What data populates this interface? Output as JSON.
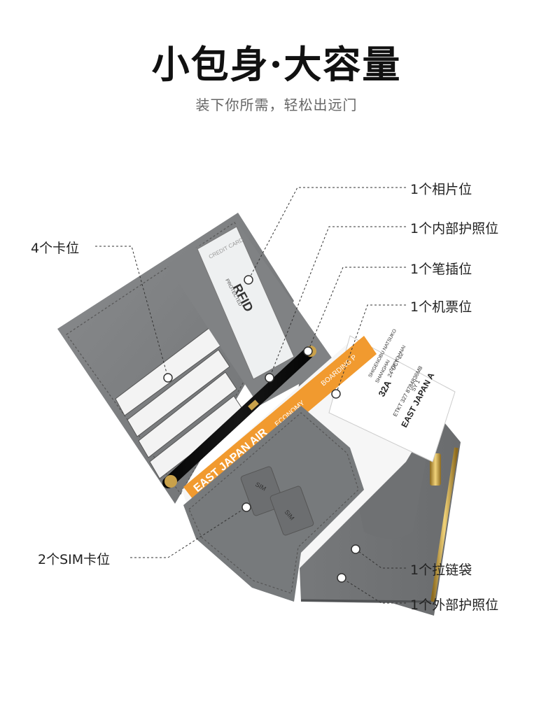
{
  "header": {
    "title": "小包身·大容量",
    "subtitle": "装下你所需，轻松出远门"
  },
  "callouts": {
    "photo_slot": "1个相片位",
    "inner_passport": "1个内部护照位",
    "pen_slot": "1个笔插位",
    "ticket_slot": "1个机票位",
    "card_slots": "4个卡位",
    "sim_slots": "2个SIM卡位",
    "zip_pocket": "1个拉链袋",
    "outer_passport": "1个外部护照位"
  },
  "product_print": {
    "card_window_text": "CREDIT CARD",
    "rfid_text": "RFID",
    "rfid_sub": "PROTECTED",
    "ticket_airline": "EAST JAPAN AIR",
    "ticket_economy": "ECONOMY",
    "ticket_boarding": "BOARDING P",
    "ticket_right_airline": "EAST JAPAN A",
    "ticket_seat": "32A",
    "ticket_date": "24 OCT 22",
    "ticket_flight": "SY 1",
    "ticket_etkt": "ETKT 327 8784836M8",
    "ticket_name": "SHIGENOBU NATSUKO",
    "ticket_from": "SHANGHAI",
    "ticket_to": "TOKYO / NAI",
    "sim_label_1": "SIM",
    "sim_label_2": "SIM"
  },
  "colors": {
    "leather": "#7a7c7e",
    "leather_dark": "#5e6062",
    "ticket_orange": "#f19a2f",
    "zipper_gold": "#c9a14a"
  }
}
